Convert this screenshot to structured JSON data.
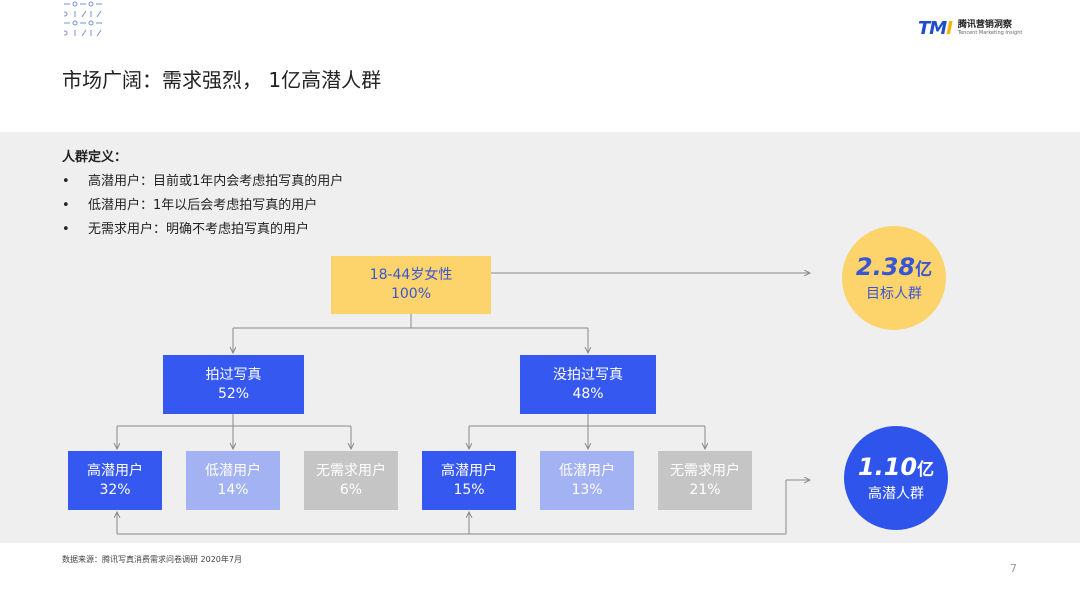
{
  "title": "市场广阔：需求强烈， 1亿高潜人群",
  "logo": {
    "mark": "TMI",
    "cn": "腾讯营销洞察",
    "en": "Tencent Marketing Insight"
  },
  "definition": {
    "title": "人群定义：",
    "items": [
      "高潜用户：目前或1年内会考虑拍写真的用户",
      "低潜用户：1年以后会考虑拍写真的用户",
      "无需求用户：明确不考虑拍写真的用户"
    ]
  },
  "tree": {
    "root": {
      "label": "18-44岁女性",
      "value": "100%"
    },
    "branches": [
      {
        "label": "拍过写真",
        "value": "52%",
        "leaves": [
          {
            "label": "高潜用户",
            "value": "32%",
            "style": "blue"
          },
          {
            "label": "低潜用户",
            "value": "14%",
            "style": "light"
          },
          {
            "label": "无需求用户",
            "value": "6%",
            "style": "grey"
          }
        ]
      },
      {
        "label": "没拍过写真",
        "value": "48%",
        "leaves": [
          {
            "label": "高潜用户",
            "value": "15%",
            "style": "blue"
          },
          {
            "label": "低潜用户",
            "value": "13%",
            "style": "light"
          },
          {
            "label": "无需求用户",
            "value": "21%",
            "style": "grey"
          }
        ]
      }
    ]
  },
  "results": {
    "target": {
      "number": "2.38",
      "unit": "亿",
      "label": "目标人群",
      "color": "#fdd36b"
    },
    "high": {
      "number": "1.10",
      "unit": "亿",
      "label": "高潜人群",
      "color": "#2f54eb"
    }
  },
  "colors": {
    "root": "#fdd36b",
    "branch": "#3558f0",
    "high": "#3558f0",
    "low": "#a3b2f2",
    "none": "#c5c5c5",
    "panel": "#efefef"
  },
  "source": "数据来源：腾讯写真消费需求问卷调研 2020年7月",
  "page_number": "7"
}
